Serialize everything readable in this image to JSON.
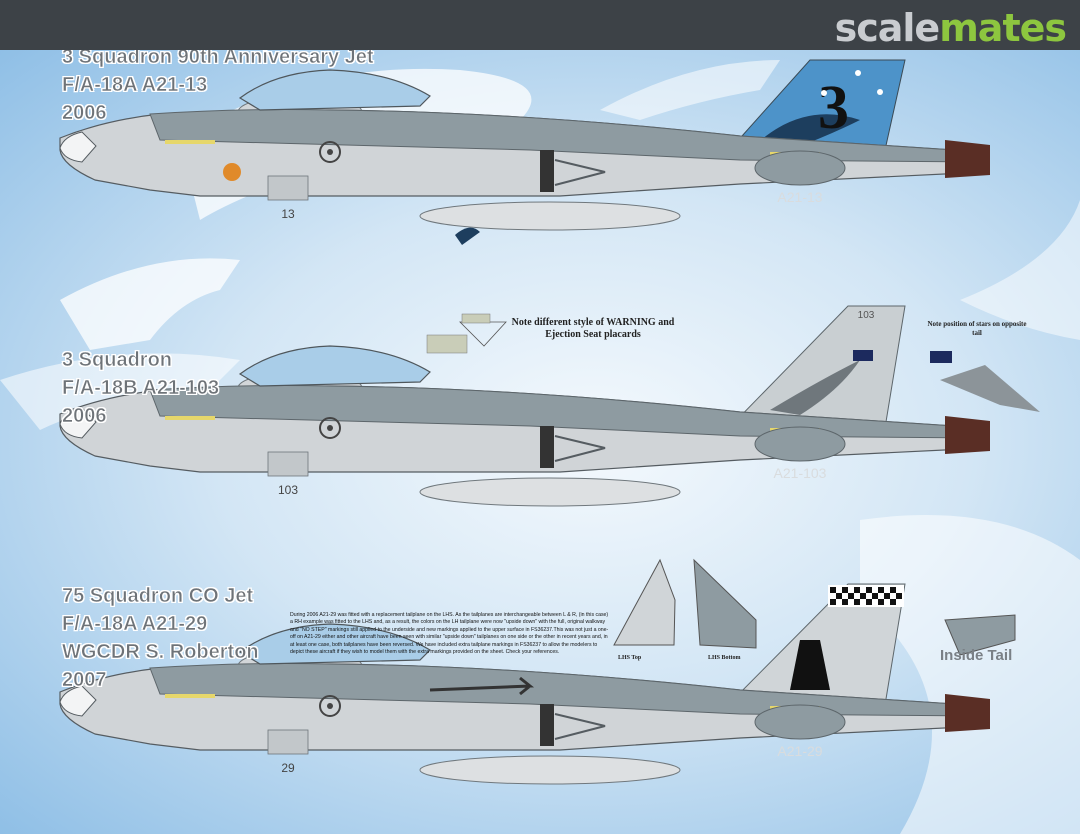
{
  "brand": {
    "part1": "scale",
    "part2": "mates"
  },
  "aircraft": [
    {
      "title": [
        "3 Squadron 90th Anniversary Jet",
        "F/A-18A A21-13",
        "2006"
      ],
      "tail_code": "A21-13",
      "nose_number": "13"
    },
    {
      "title": [
        "3 Squadron",
        "F/A-18B A21-103",
        "2006"
      ],
      "tail_code": "A21-103",
      "nose_number": "103",
      "fin_number": "103"
    },
    {
      "title": [
        "75 Squadron CO Jet",
        "F/A-18A A21-29",
        "WGCDR S. Roberton",
        "2007"
      ],
      "tail_code": "A21-29",
      "nose_number": "29"
    }
  ],
  "notes": {
    "placards": "Note different style of WARNING and Ejection Seat placards",
    "stars": "Note position of stars on opposite tail",
    "tailplane": "During 2006 A21-29 was fitted with a replacement tailplane on the LHS. As the tailplanes are interchangeable between L & R, (in this case) a RH example was fitted to the LHS and, as a result, the colors on the LH tailplane were now \"upside down\" with the full, original walkway and \"NO STEP\" markings still applied to the underside and new markings applied to the upper surface in FS36237.This was not just a one-off on A21-29 either and other aircraft have been seen with similar \"upside down\" tailplanes on one side or the other in recent years and, in at least one case, both tailplanes have been reversed. We have included extra tailplane markings in FS36237 to allow the modelers to depict these aircraft if they wish to model them with the extra markings provided on the sheet. Check your references.",
    "lhs_top": "LHS Top",
    "lhs_bottom": "LHS Bottom",
    "inside_tail": "Inside Tail"
  },
  "colors": {
    "upper": "#8e9ba1",
    "lower": "#d1d5d8",
    "fin_blue": "#4d93c9",
    "radome": "#5a2e25",
    "brand_green": "#8dc63f"
  }
}
